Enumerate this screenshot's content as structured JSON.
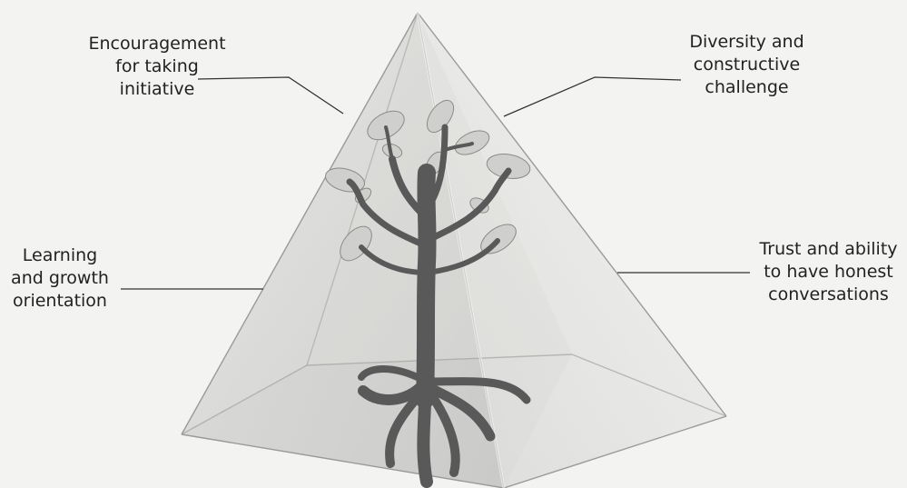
{
  "labels": {
    "initiative": [
      "Encouragement",
      "for taking",
      "initiative"
    ],
    "diversity": [
      "Diversity and",
      "constructive",
      "challenge"
    ],
    "learning": [
      "Learning",
      "and growth",
      "orientation"
    ],
    "trust": [
      "Trust and ability",
      "to have honest",
      "conversations"
    ]
  },
  "colors": {
    "background": "#f3f3f1",
    "tree": "#5a5a5a",
    "leaf": "#c9c9c9",
    "pyramid_face_left": "#d2d2d2",
    "pyramid_face_right": "#e4e4e4",
    "pyramid_base": "#c4c4c4",
    "line": "#333333"
  },
  "icons": [
    "tree-icon",
    "pyramid-icon"
  ]
}
